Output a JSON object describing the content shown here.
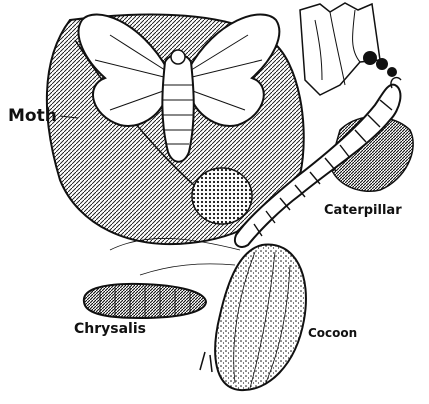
{
  "figure": {
    "labels": {
      "moth": "Moth",
      "caterpillar": "Caterpillar",
      "chrysalis": "Chrysalis",
      "cocoon": "Cocoon"
    },
    "colors": {
      "ink": "#111111",
      "paper": "#ffffff"
    }
  }
}
